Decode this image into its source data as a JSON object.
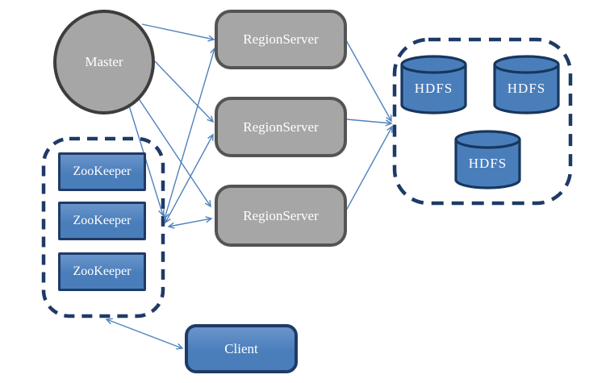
{
  "diagram": {
    "type": "architecture-diagram",
    "nodes": {
      "master": {
        "label": "Master",
        "shape": "circle",
        "fill": "#a6a6a6"
      },
      "region_servers": [
        {
          "label": "RegionServer"
        },
        {
          "label": "RegionServer"
        },
        {
          "label": "RegionServer"
        }
      ],
      "zookeepers": [
        {
          "label": "ZooKeeper"
        },
        {
          "label": "ZooKeeper"
        },
        {
          "label": "ZooKeeper"
        }
      ],
      "hdfs": [
        {
          "label": "HDFS"
        },
        {
          "label": "HDFS"
        },
        {
          "label": "HDFS"
        }
      ],
      "client": {
        "label": "Client"
      }
    },
    "groups": {
      "zookeeper_ensemble": {
        "style": "dashed-rounded-rect",
        "members": [
          "zookeeper-1",
          "zookeeper-2",
          "zookeeper-3"
        ]
      },
      "hdfs_cluster": {
        "style": "dashed-rounded-rect",
        "members": [
          "hdfs-1",
          "hdfs-2",
          "hdfs-3"
        ]
      }
    },
    "edges": [
      {
        "from": "master",
        "to": "region-server-1",
        "style": "arrow"
      },
      {
        "from": "master",
        "to": "region-server-2",
        "style": "arrow"
      },
      {
        "from": "master",
        "to": "region-server-3",
        "style": "arrow"
      },
      {
        "from": "master",
        "to": "zookeeper-ensemble",
        "style": "arrow"
      },
      {
        "from": "region-server-1",
        "to": "zookeeper-ensemble",
        "style": "double-arrow"
      },
      {
        "from": "region-server-2",
        "to": "zookeeper-ensemble",
        "style": "double-arrow"
      },
      {
        "from": "region-server-3",
        "to": "zookeeper-ensemble",
        "style": "double-arrow"
      },
      {
        "from": "region-server-1",
        "to": "hdfs-cluster",
        "style": "arrow"
      },
      {
        "from": "region-server-2",
        "to": "hdfs-cluster",
        "style": "arrow"
      },
      {
        "from": "region-server-3",
        "to": "hdfs-cluster",
        "style": "arrow"
      },
      {
        "from": "client",
        "to": "zookeeper-ensemble",
        "style": "double-arrow"
      }
    ],
    "colors": {
      "node_blue_fill": "#4a7ebb",
      "node_blue_border": "#1f3a67",
      "node_gray_fill": "#a6a6a6",
      "master_border": "#3d3d3d",
      "regionserver_border": "#545454",
      "arrow_blue": "#4f81bd",
      "dashed_boundary_navy": "#1e3a67",
      "background": "#ffffff",
      "text": "#ffffff"
    }
  }
}
